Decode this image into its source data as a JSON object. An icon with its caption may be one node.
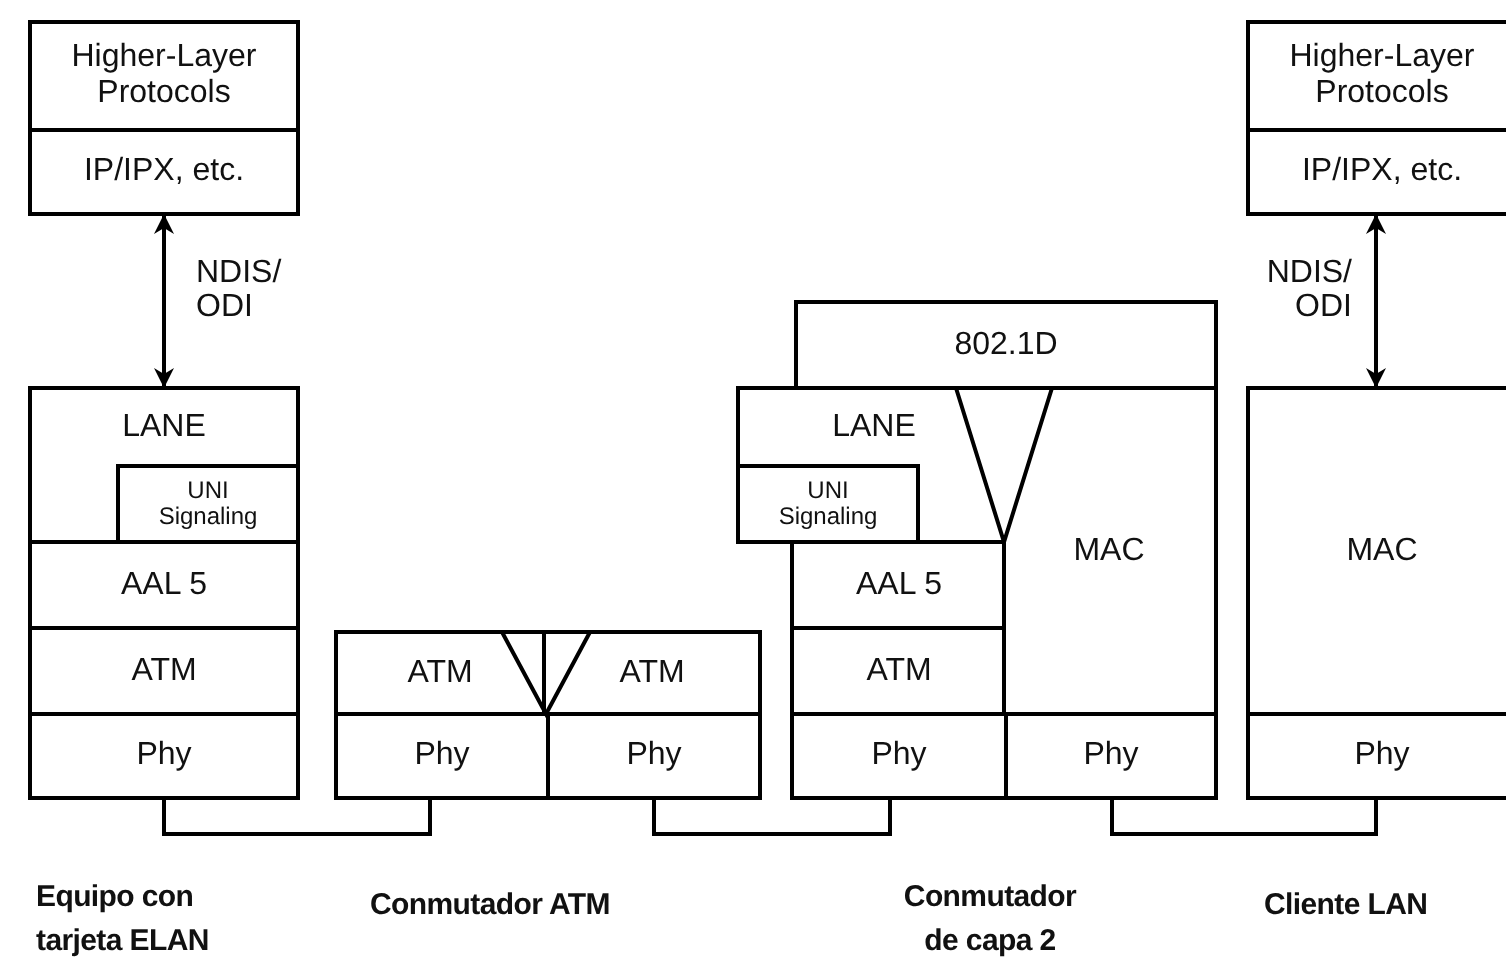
{
  "diagram": {
    "nodes": [
      {
        "text": [
          "Higher-Layer Protocols"
        ]
      },
      {
        "text": [
          "IP/IPX, etc."
        ]
      },
      {
        "text": [
          "LANE"
        ]
      },
      {
        "text": [
          "UNI Signaling"
        ],
        "in": 2
      },
      {
        "text": [
          "AAL 5"
        ]
      },
      {
        "text": [
          "ATM"
        ]
      },
      {
        "text": [
          "Phy"
        ]
      },
      {
        "text": [
          "ATM"
        ]
      },
      {
        "text": [
          "ATM"
        ]
      },
      {
        "text": [
          "Phy"
        ]
      },
      {
        "text": [
          "Phy"
        ]
      },
      {
        "text": [
          "802.1D"
        ]
      },
      {
        "text": [
          "LANE"
        ]
      },
      {
        "text": [
          "UNI Signaling"
        ],
        "in": 12
      },
      {
        "text": [
          "AAL 5"
        ]
      },
      {
        "text": [
          "ATM"
        ]
      },
      {
        "text": [
          "Phy"
        ]
      },
      {
        "text": [
          "MAC"
        ]
      },
      {
        "text": [
          "Phy"
        ]
      },
      {
        "text": [
          "Higher-Layer Protocols"
        ]
      },
      {
        "text": [
          "IP/IPX, etc."
        ]
      },
      {
        "text": [
          "MAC"
        ]
      },
      {
        "text": [
          "Phy"
        ]
      }
    ],
    "edges": [
      {
        "from": 1,
        "to": 2,
        "arrow": "both",
        "label": "NDIS/ ODI"
      },
      {
        "from": 20,
        "to": 21,
        "arrow": "both",
        "label": "NDIS/ ODI"
      },
      {
        "from": 6,
        "to": 9,
        "arrow": "none"
      },
      {
        "from": 10,
        "to": 16,
        "arrow": "none"
      },
      {
        "from": 18,
        "to": 22,
        "arrow": "none"
      }
    ],
    "labels": [
      "Equipo con tarjeta ELAN",
      "Conmutador ATM",
      "Conmutador de capa 2",
      "Cliente LAN"
    ]
  }
}
